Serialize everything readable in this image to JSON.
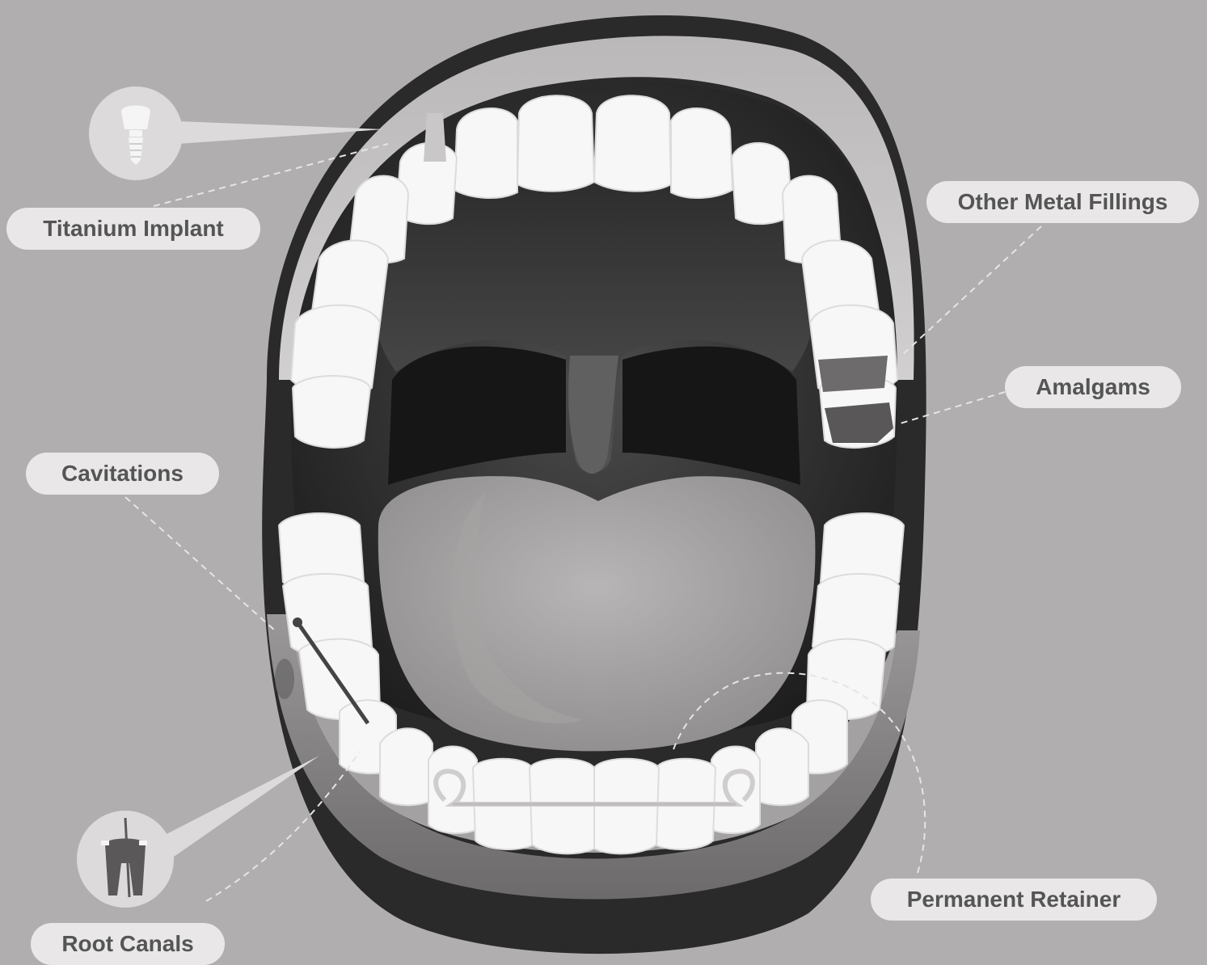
{
  "labels": {
    "titanium_implant": "Titanium Implant",
    "other_metal_fillings": "Other Metal Fillings",
    "amalgams": "Amalgams",
    "cavitations": "Cavitations",
    "permanent_retainer": "Permanent Retainer",
    "root_canals": "Root Canals"
  },
  "icons": {
    "implant": "dental-implant-icon",
    "root_canal": "root-canal-tooth-icon"
  },
  "colors": {
    "background": "#b0aeae",
    "label_bg": "#e9e7e7",
    "label_text": "#555555",
    "lip_dark": "#2a2a2a",
    "tooth": "#f7f7f7"
  }
}
